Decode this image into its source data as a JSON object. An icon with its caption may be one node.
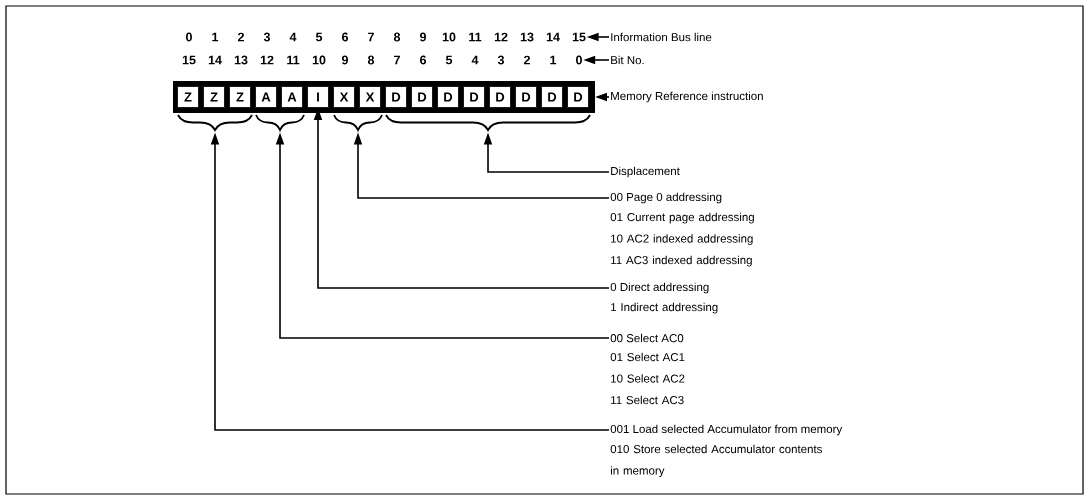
{
  "diagram": {
    "nodes": [
      {
        "text": [],
        "shape": "box"
      },
      {
        "text": [
          "Z"
        ],
        "in": 0
      },
      {
        "text": [
          "Z"
        ],
        "in": 0
      },
      {
        "text": [
          "Z"
        ],
        "in": 0
      },
      {
        "text": [
          "A"
        ],
        "in": 0
      },
      {
        "text": [
          "A"
        ],
        "in": 0
      },
      {
        "text": [
          "I"
        ],
        "in": 0
      },
      {
        "text": [
          "X"
        ],
        "in": 0
      },
      {
        "text": [
          "X"
        ],
        "in": 0
      },
      {
        "text": [
          "D"
        ],
        "in": 0
      },
      {
        "text": [
          "D"
        ],
        "in": 0
      },
      {
        "text": [
          "D"
        ],
        "in": 0
      },
      {
        "text": [
          "D"
        ],
        "in": 0
      },
      {
        "text": [
          "D"
        ],
        "in": 0
      },
      {
        "text": [
          "D"
        ],
        "in": 0
      },
      {
        "text": [
          "D"
        ],
        "in": 0
      },
      {
        "text": [
          "D"
        ],
        "in": 0
      },
      {
        "text": [],
        "shape": "brace"
      },
      {
        "text": [],
        "shape": "brace"
      },
      {
        "text": [],
        "shape": "brace"
      },
      {
        "text": [],
        "shape": "brace"
      },
      {
        "text": [
          "Information Bus line"
        ]
      },
      {
        "text": [
          "Bit No."
        ]
      },
      {
        "text": [
          "Memory Reference instruction"
        ]
      },
      {
        "text": [
          "Displacement"
        ]
      },
      {
        "text": [
          "00 Page 0 addressing"
        ],
        "beside": [
          "01 Current page addressing",
          "10 AC2 indexed addressing",
          "11 AC3 indexed addressing"
        ]
      },
      {
        "text": [
          "0 Direct addressing"
        ],
        "beside": [
          "1 Indirect addressing"
        ]
      },
      {
        "text": [
          "00 Select AC0"
        ],
        "beside": [
          "01 Select AC1",
          "10 Select AC2",
          "11 Select AC3"
        ]
      },
      {
        "text": [
          "001 Load selected Accumulator from memory"
        ],
        "beside": [
          "010 Store selected Accumulator contents in memory"
        ]
      },
      {
        "text": [
          "15"
        ]
      },
      {
        "text": [
          "0"
        ]
      }
    ],
    "edges": [
      {
        "from": 21,
        "to": 29,
        "arrow": "to"
      },
      {
        "from": 22,
        "to": 30,
        "arrow": "to"
      },
      {
        "from": 23,
        "to": 0,
        "arrow": "to"
      },
      {
        "from": 24,
        "to": 20,
        "arrow": "to"
      },
      {
        "from": 25,
        "to": 19,
        "arrow": "to"
      },
      {
        "from": 26,
        "to": 6,
        "arrow": "to"
      },
      {
        "from": 27,
        "to": 18,
        "arrow": "to"
      },
      {
        "from": 28,
        "to": 17,
        "arrow": "to"
      }
    ],
    "labels": [
      "0",
      "1",
      "2",
      "3",
      "4",
      "5",
      "6",
      "7",
      "8",
      "9",
      "10",
      "11",
      "12",
      "13",
      "14",
      "15",
      "14",
      "13",
      "12",
      "11",
      "10",
      "9",
      "8",
      "7",
      "6",
      "5",
      "4",
      "3",
      "2",
      "1"
    ]
  }
}
